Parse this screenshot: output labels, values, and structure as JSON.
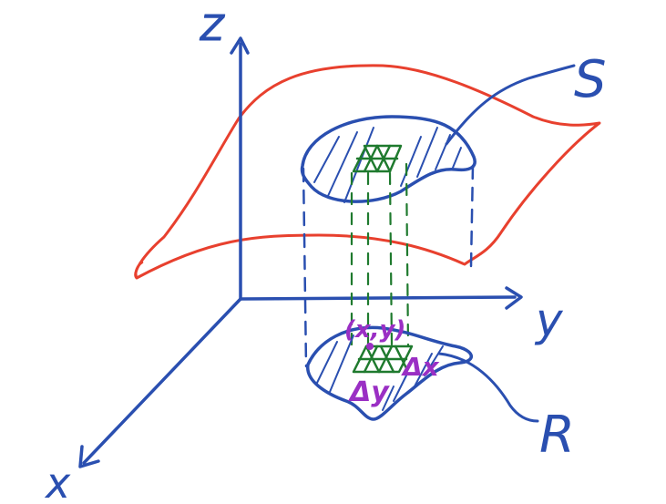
{
  "labels": {
    "z_axis": "Z",
    "y_axis": "y",
    "x_axis": "x",
    "surface": "S",
    "region": "R",
    "point": "(x,y)",
    "dx": "Δx",
    "dy": "Δy"
  },
  "colors": {
    "ink_blue": "#2a4fb0",
    "surface_red": "#e8402e",
    "patch_green": "#1f7a2e",
    "annotation_purple": "#9a2fc4"
  }
}
